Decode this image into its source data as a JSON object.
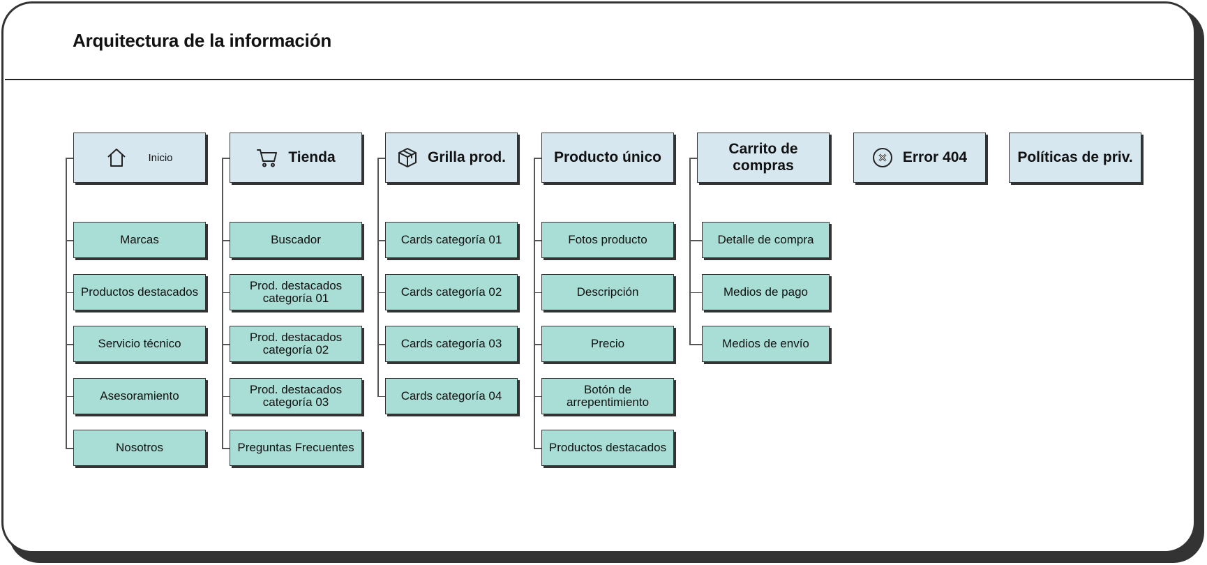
{
  "title": "Arquitectura de la información",
  "columns": [
    {
      "header": "Inicio",
      "icon": "home-icon",
      "children": [
        "Marcas",
        "Productos destacados",
        "Servicio técnico",
        "Asesoramiento",
        "Nosotros"
      ]
    },
    {
      "header": "Tienda",
      "icon": "cart-icon",
      "children": [
        "Buscador",
        "Prod. destacados\ncategoría 01",
        "Prod. destacados\ncategoría 02",
        "Prod. destacados\ncategoría 03",
        "Preguntas Frecuentes"
      ]
    },
    {
      "header": "Grilla prod.",
      "icon": "box-icon",
      "children": [
        "Cards categoría 01",
        "Cards categoría 02",
        "Cards categoría 03",
        "Cards categoría 04"
      ]
    },
    {
      "header": "Producto único",
      "icon": "",
      "children": [
        "Fotos producto",
        "Descripción",
        "Precio",
        "Botón de\narrepentimiento",
        "Productos destacados"
      ]
    },
    {
      "header": "Carrito de compras",
      "icon": "",
      "children": [
        "Detalle de compra",
        "Medios de pago",
        "Medios de envío"
      ]
    },
    {
      "header": "Error 404",
      "icon": "error-circle-icon",
      "children": []
    },
    {
      "header": "Políticas de priv.",
      "icon": "",
      "children": []
    }
  ],
  "colors": {
    "header_fill": "#d6e7f0",
    "child_fill": "#a8ded5",
    "border": "#333333"
  }
}
